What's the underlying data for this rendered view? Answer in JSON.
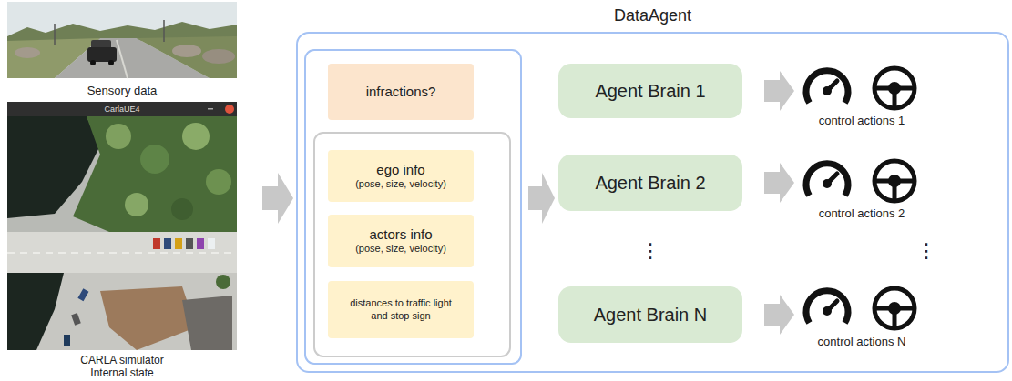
{
  "diagram": {
    "nodes": [
      {
        "text": [
          "DataAgent"
        ]
      },
      {
        "text": [
          "infractions?"
        ],
        "in": 0
      },
      {
        "text": [
          "ego info",
          "(pose, size, velocity)"
        ],
        "in": 0
      },
      {
        "text": [
          "actors info",
          "(pose, size, velocity)"
        ],
        "in": 0
      },
      {
        "text": [
          "distances to traffic light and stop sign"
        ],
        "in": 0
      },
      {
        "text": [
          "Agent Brain 1"
        ],
        "in": 0
      },
      {
        "text": [
          "Agent Brain 2"
        ],
        "in": 0
      },
      {
        "text": [
          "Agent Brain N"
        ],
        "in": 0
      }
    ],
    "labels": [
      "CarlaUE4",
      "Sensory data",
      "CARLA simulator Internal state",
      "⋮",
      "control actions 1",
      "control actions 2",
      "⋮",
      "control actions N"
    ]
  }
}
